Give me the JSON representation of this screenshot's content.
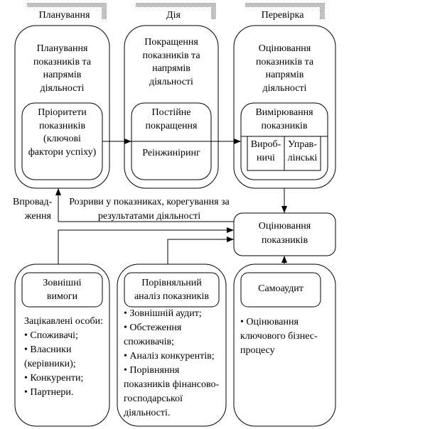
{
  "phases": [
    "Планування",
    "Дія",
    "Перевірка"
  ],
  "top_boxes": [
    {
      "title": [
        "Планування",
        "показників та",
        "напрямів",
        "діяльності"
      ],
      "inner": [
        "Пріоритети",
        "показників",
        "(ключові",
        "фактори успіху)"
      ]
    },
    {
      "title": [
        "Покращення",
        "показників та",
        "напрямів",
        "діяльності"
      ],
      "inner_top": [
        "Постійне",
        "покращення"
      ],
      "inner_bottom": "Реінжиніринг"
    },
    {
      "title": [
        "Оцінювання",
        "показників та",
        "напрямів",
        "діяльності"
      ],
      "inner": [
        "Вимірювання",
        "показників"
      ],
      "cells": [
        [
          "Вироб-",
          "ничі"
        ],
        [
          "Управ-",
          "лінські"
        ]
      ]
    }
  ],
  "labels": {
    "implementation": [
      "Впровад-",
      "ження"
    ],
    "gaps": [
      "Розриви у показниках, корегування за",
      "результатами діяльності"
    ]
  },
  "assessment_box": [
    "Оцінювання",
    "показників"
  ],
  "bottom_boxes": [
    {
      "header": [
        "Зовнішні",
        "вимоги"
      ],
      "intro": "Зацікавлені особи:",
      "items": [
        "• Споживачі;",
        "• Власники",
        "(керівники);",
        "• Конкуренти;",
        "• Партнери."
      ]
    },
    {
      "header": [
        "Порівняльний",
        "аналіз показників"
      ],
      "items": [
        "• Зовнішній аудит;",
        "• Обстеження",
        "споживачів;",
        "• Аналіз конкурентів;",
        "• Порівняння",
        "показників фінансово-",
        "господарської",
        "діяльності."
      ]
    },
    {
      "header": [
        "Самоаудит"
      ],
      "items": [
        "• Оцінювання",
        "ключового бізнес-",
        "процесу"
      ]
    }
  ]
}
